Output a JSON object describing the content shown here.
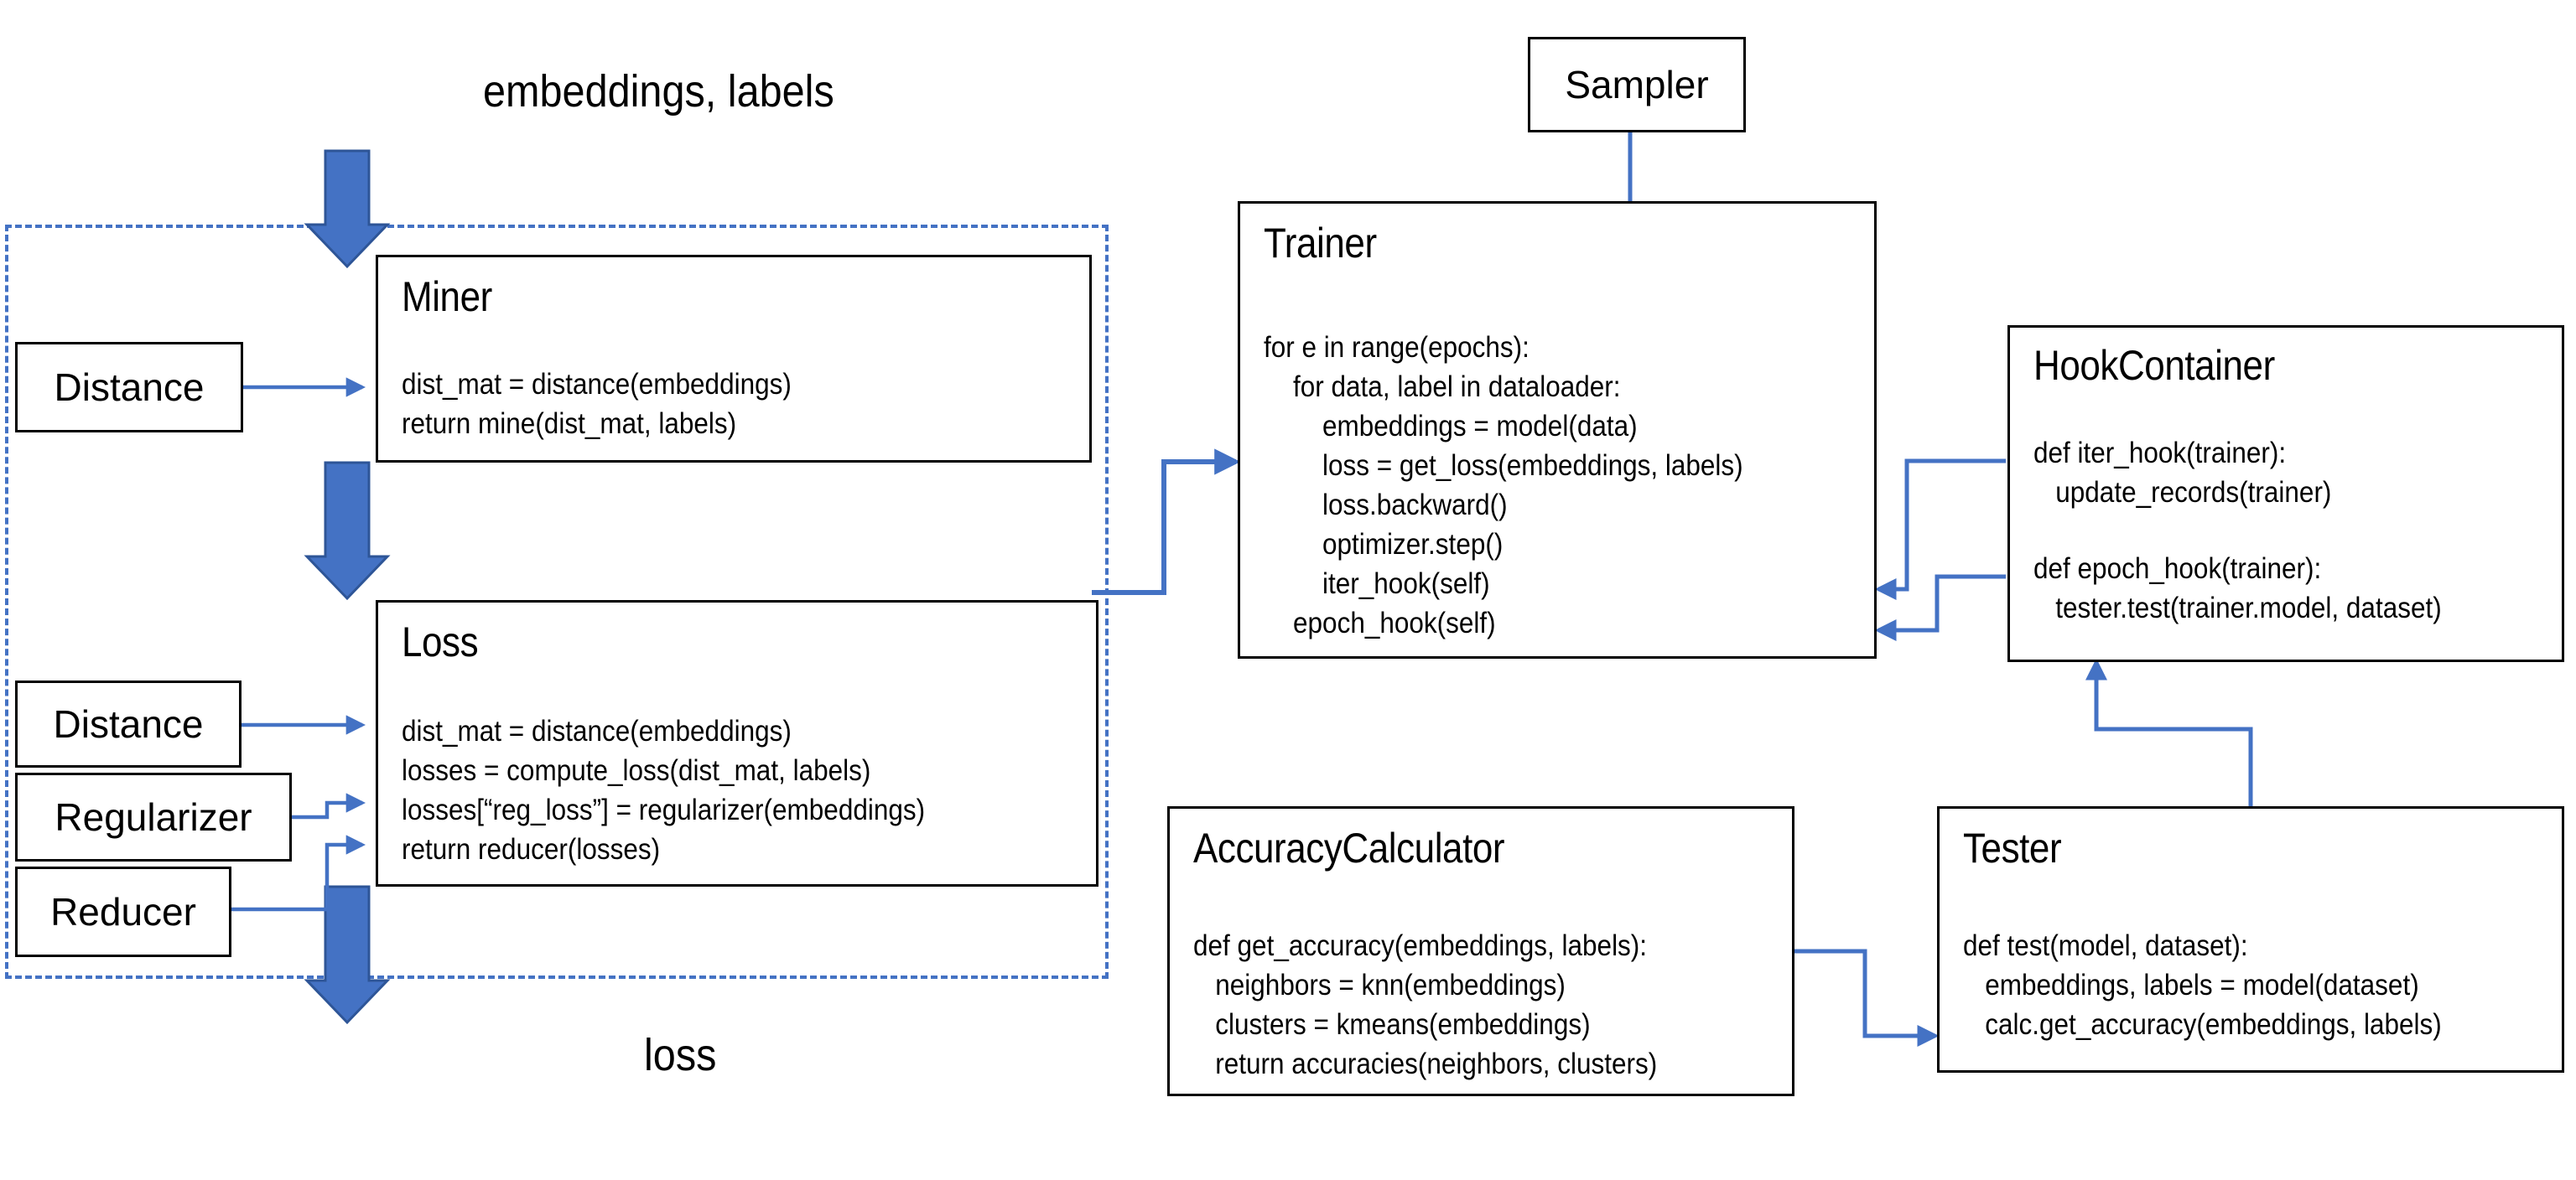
{
  "diagram": {
    "title_text_top": "embeddings, labels",
    "title_text_bottom": "loss",
    "accent_color": "#4472C4",
    "line_color": "#000000",
    "background": "#ffffff"
  },
  "group_frame": {
    "name": "loss-group-dashed-frame",
    "style": "dashed",
    "color": "#4472C4"
  },
  "nodes": {
    "miner": {
      "title": "Miner",
      "code_lines": [
        "dist_mat = distance(embeddings)",
        "return mine(dist_mat, labels)"
      ]
    },
    "loss": {
      "title": "Loss",
      "code_lines": [
        "dist_mat = distance(embeddings)",
        "losses = compute_loss(dist_mat, labels)",
        "losses[“reg_loss”] = regularizer(embeddings)",
        "return reducer(losses)"
      ]
    },
    "trainer": {
      "title": "Trainer",
      "code_lines": [
        "for e in range(epochs):",
        "    for data, label in dataloader:",
        "        embeddings = model(data)",
        "        loss = get_loss(embeddings, labels)",
        "        loss.backward()",
        "        optimizer.step()",
        "        iter_hook(self)",
        "    epoch_hook(self)"
      ]
    },
    "hook_container": {
      "title": "HookContainer",
      "code_lines": [
        "def iter_hook(trainer):",
        "   update_records(trainer)",
        "",
        "def epoch_hook(trainer):",
        "   tester.test(trainer.model, dataset)"
      ]
    },
    "accuracy_calculator": {
      "title": "AccuracyCalculator",
      "code_lines": [
        "def get_accuracy(embeddings, labels):",
        "   neighbors = knn(embeddings)",
        "   clusters = kmeans(embeddings)",
        "   return accuracies(neighbors, clusters)"
      ]
    },
    "tester": {
      "title": "Tester",
      "code_lines": [
        "def test(model, dataset):",
        "   embeddings, labels = model(dataset)",
        "   calc.get_accuracy(embeddings, labels)"
      ]
    }
  },
  "small_nodes": {
    "distance_miner": {
      "label": "Distance"
    },
    "distance_loss": {
      "label": "Distance"
    },
    "regularizer": {
      "label": "Regularizer"
    },
    "reducer": {
      "label": "Reducer"
    },
    "sampler": {
      "label": "Sampler"
    }
  },
  "labels": {
    "input_label": "embeddings, labels",
    "output_label": "loss"
  },
  "connectors": [
    {
      "name": "input-to-miner-arrow",
      "kind": "block-arrow-down"
    },
    {
      "name": "miner-to-loss-arrow",
      "kind": "block-arrow-down"
    },
    {
      "name": "loss-to-output-arrow",
      "kind": "block-arrow-down"
    },
    {
      "name": "distance-to-miner-arrow",
      "kind": "line-arrow-right"
    },
    {
      "name": "distance-to-loss-arrow",
      "kind": "line-arrow-right"
    },
    {
      "name": "regularizer-to-loss-arrow",
      "kind": "line-arrow-right"
    },
    {
      "name": "reducer-to-loss-arrow",
      "kind": "line-arrow-right"
    },
    {
      "name": "loss-to-trainer-arrow",
      "kind": "elbow-arrow-right"
    },
    {
      "name": "sampler-to-trainer-arrow",
      "kind": "line-arrow-down"
    },
    {
      "name": "hookcontainer-iterhook-to-trainer-arrow",
      "kind": "elbow-arrow-left"
    },
    {
      "name": "hookcontainer-epochhook-to-trainer-arrow",
      "kind": "elbow-arrow-left"
    },
    {
      "name": "tester-to-hookcontainer-arrow",
      "kind": "elbow-arrow-up"
    },
    {
      "name": "accuracycalculator-to-tester-arrow",
      "kind": "elbow-arrow-right"
    }
  ]
}
